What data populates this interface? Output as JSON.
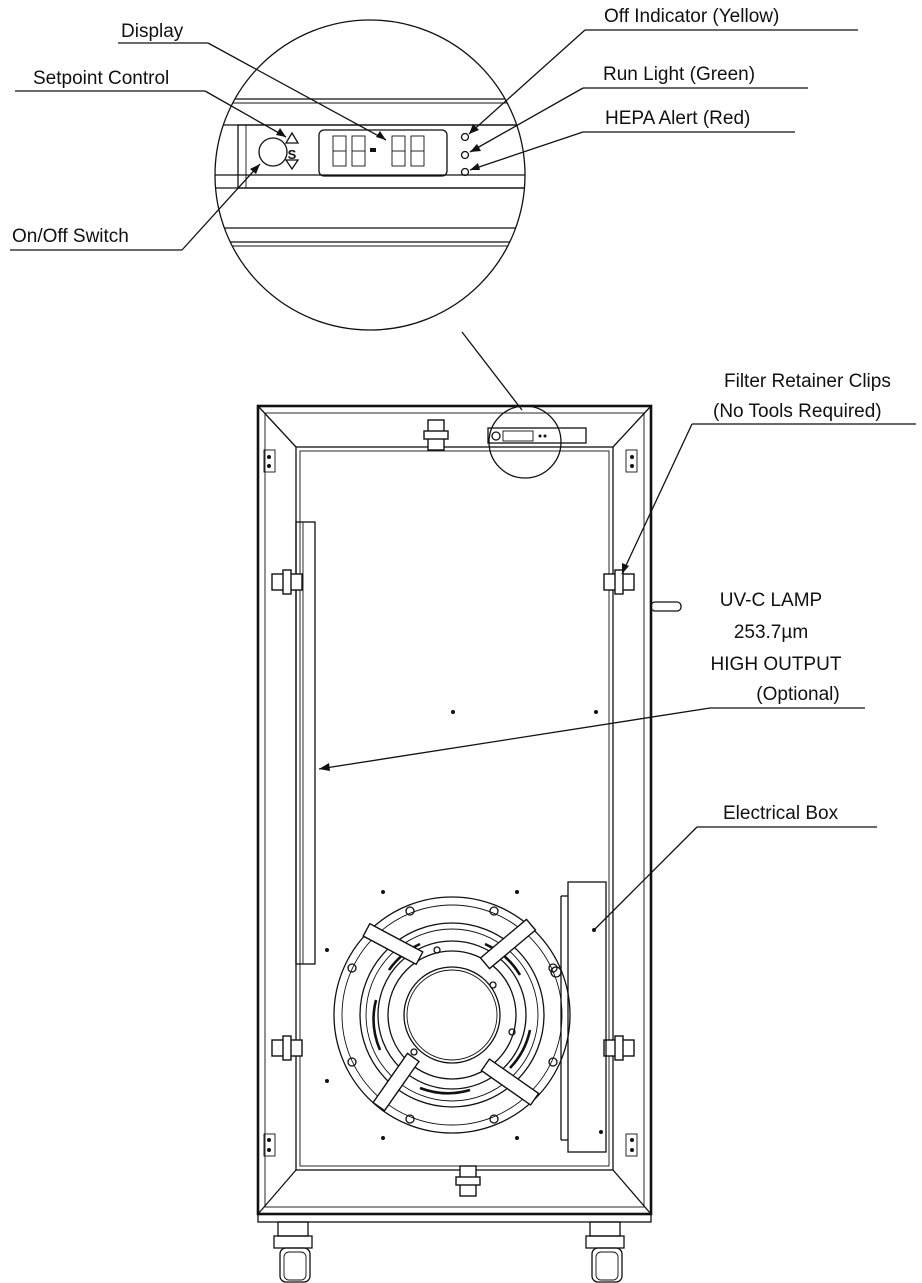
{
  "labels": {
    "display": "Display",
    "setpoint_control": "Setpoint Control",
    "on_off_switch": "On/Off Switch",
    "off_indicator": "Off Indicator (Yellow)",
    "run_light": "Run Light (Green)",
    "hepa_alert": "HEPA Alert (Red)",
    "filter_clips_line1": "Filter Retainer Clips",
    "filter_clips_line2": "(No Tools Required)",
    "uvc_line1": "UV-C LAMP",
    "uvc_line2": "253.7µm",
    "uvc_line3": "HIGH OUTPUT",
    "uvc_line4": "(Optional)",
    "electrical_box": "Electrical Box"
  },
  "control_panel": {
    "setpoint_symbol": "S"
  }
}
